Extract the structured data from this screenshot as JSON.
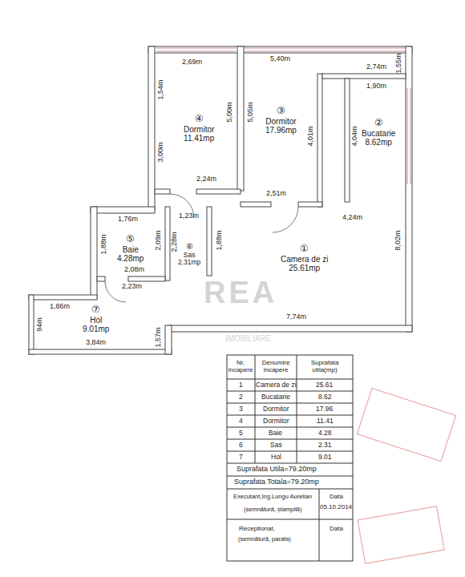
{
  "diagram": {
    "nodes": [
      {
        "text": [
          "③",
          "Dormitor",
          "17.96mp"
        ]
      },
      {
        "text": [
          "②",
          "Bucatarie",
          "8.62mp"
        ]
      },
      {
        "text": [
          "④",
          "Dormitor",
          "11.41mp"
        ]
      },
      {
        "text": [
          "⑤",
          "Baie",
          "4.28mp"
        ]
      },
      {
        "text": [
          "⑥",
          "Sas",
          "2.31mp"
        ]
      },
      {
        "text": [
          "①",
          "Camera de zi",
          "25.61mp"
        ]
      },
      {
        "text": [
          "⑦",
          "Hol",
          "9.01mp"
        ]
      }
    ],
    "labels": [
      "5,40m",
      "1,55m",
      "2,69m",
      "1,54m",
      "5,00m",
      "5,05m",
      "2,74m",
      "1,90m",
      "4,01m",
      "4,04m",
      "3,00m",
      "8,02m",
      "2,24m",
      "2,51m",
      "4,24m",
      "1,76m",
      "1,23m",
      "2,09m",
      "1,88m",
      "2,28m",
      "1,88m",
      "2,08m",
      "2,23m",
      "1,86m",
      "94m",
      "3,84m",
      "1,57m",
      "7,74m",
      "Nr. incapere",
      "Denumire incapere",
      "Suprafata utila(mp)",
      "1",
      "Camera de zi",
      "25.61",
      "2",
      "Bucatarie",
      "8.62",
      "3",
      "Dormitor",
      "17.96",
      "4",
      "Dormitor",
      "11.41",
      "5",
      "Baie",
      "4.28",
      "6",
      "Sas",
      "2.31",
      "7",
      "Hol",
      "9.01",
      "Suprafata Utila=79.20mp",
      "Suprafata Totala=79.20mp",
      "Executant,Ing.Lungu Aurelian",
      "(semnătură, ștampilă)",
      "Data",
      "05.10.2014",
      "Receptionat,",
      "(semnătură, parafa)",
      "Data",
      "REA",
      "IMOBILIARE"
    ]
  }
}
